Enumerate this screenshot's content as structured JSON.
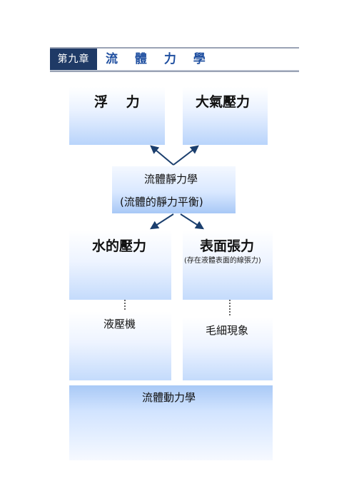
{
  "header": {
    "chapter_label": "第九章",
    "title": "流 體 力 學"
  },
  "nodes": {
    "buoyancy": "浮　 力",
    "atmospheric_pressure": "大氣壓力",
    "fluid_statics": "流體靜力學",
    "fluid_statics_sub": "(流體的靜力平衡)",
    "water_pressure": "水的壓力",
    "surface_tension": "表面張力",
    "surface_tension_note": "(存在液體表面的線張力)",
    "hydraulic_machine": "液壓機",
    "capillary_phenomenon": "毛細現象",
    "fluid_dynamics": "流體動力學"
  },
  "colors": {
    "badge": "#1f3a66",
    "title": "#1f4fa0",
    "arrow": "#1b3f6e",
    "box_blue": "#b9d4fb"
  }
}
